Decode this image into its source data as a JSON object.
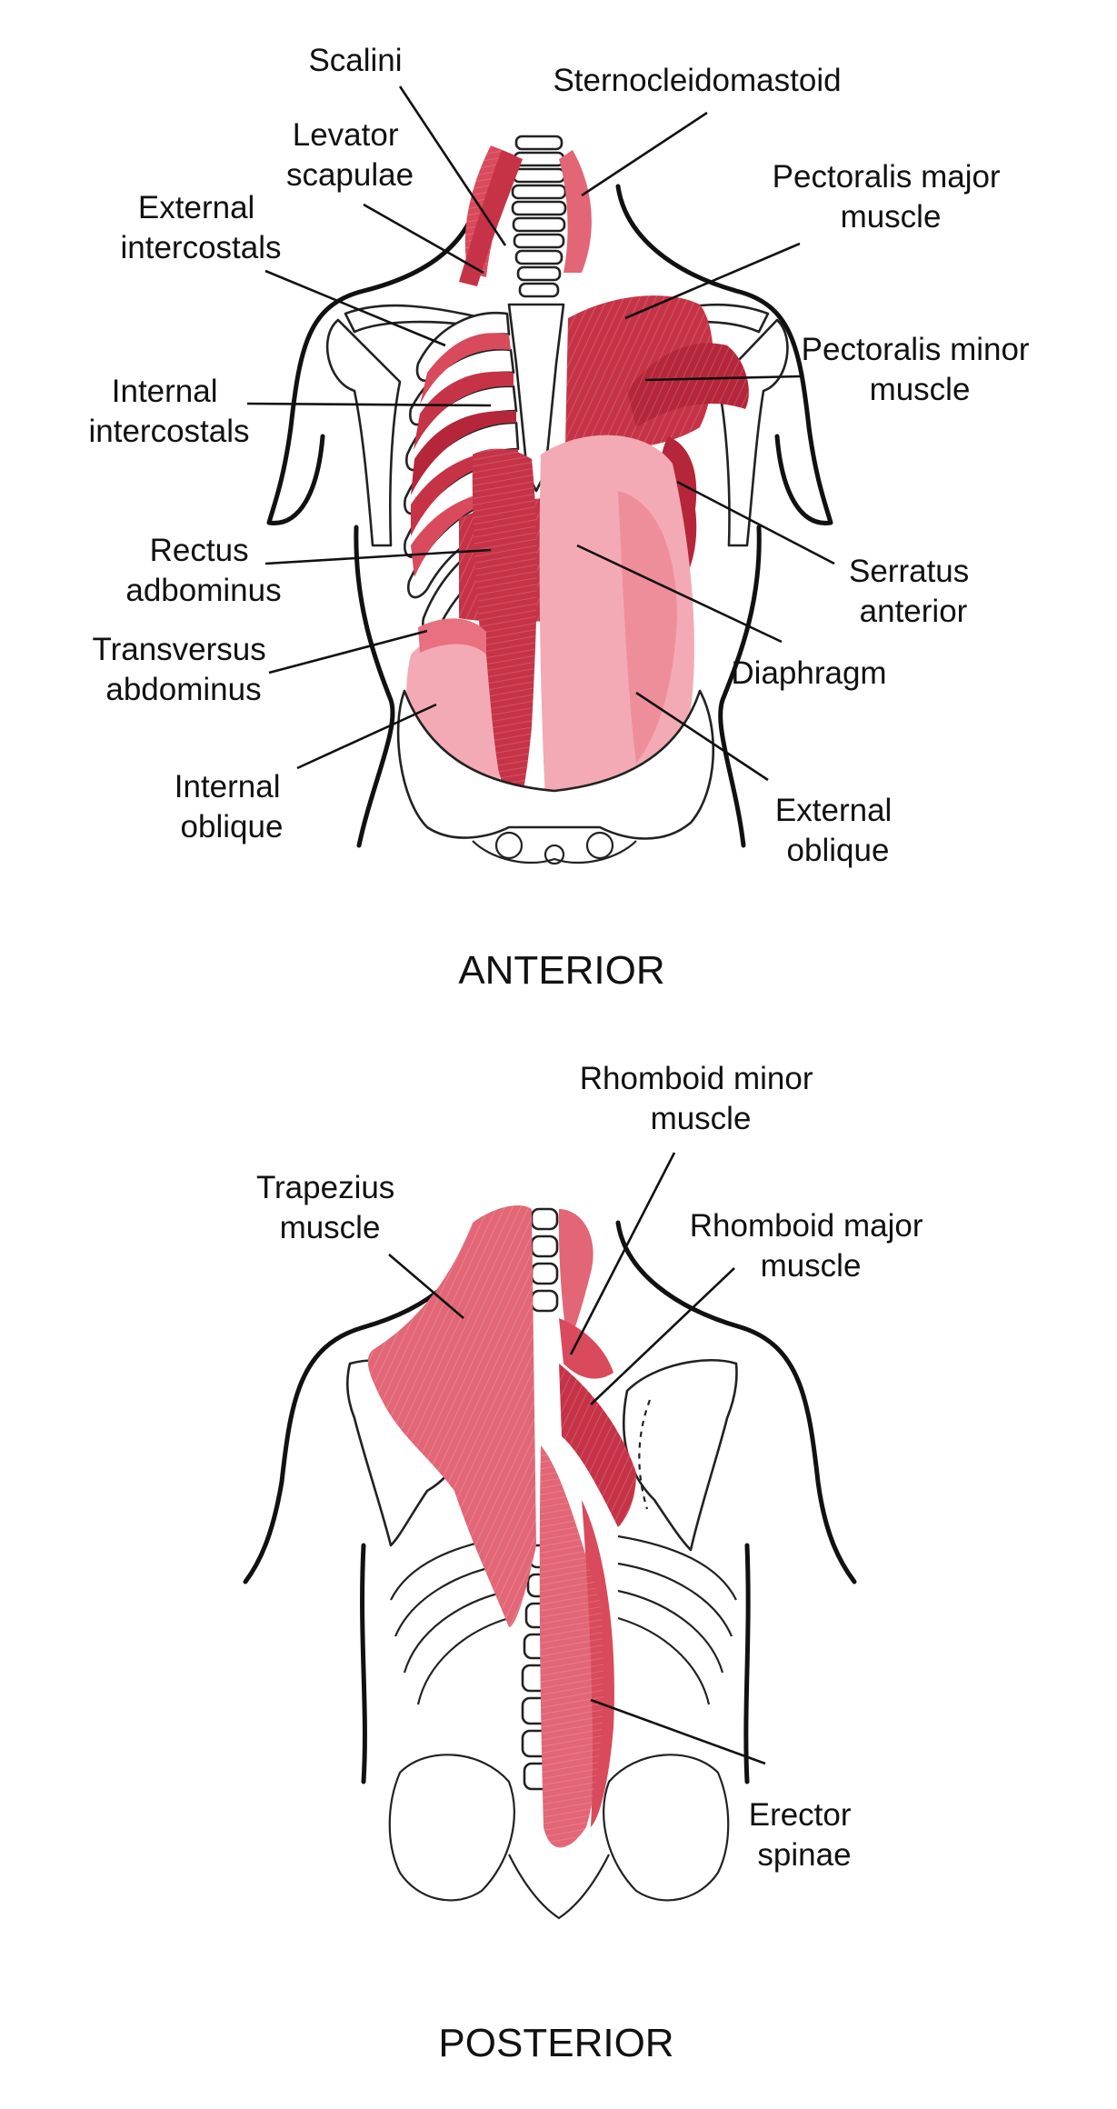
{
  "anterior": {
    "title": "ANTERIOR",
    "labels": {
      "scalini": [
        "Scalini"
      ],
      "sternocleidomastoid": [
        "Sternocleidomastoid"
      ],
      "levator_scapulae": [
        "Levator",
        "scapulae"
      ],
      "pectoralis_major": [
        "Pectoralis major",
        "muscle"
      ],
      "external_intercostals": [
        "External",
        "intercostals"
      ],
      "pectoralis_minor": [
        "Pectoralis minor",
        "muscle"
      ],
      "internal_intercostals": [
        "Internal",
        "intercostals"
      ],
      "serratus_anterior": [
        "Serratus",
        "anterior"
      ],
      "rectus_abdominus": [
        "Rectus",
        "adbominus"
      ],
      "transversus_abdominus": [
        "Transversus",
        "abdominus"
      ],
      "diaphragm": [
        "Diaphragm"
      ],
      "internal_oblique": [
        "Internal",
        "oblique"
      ],
      "external_oblique": [
        "External",
        "oblique"
      ]
    }
  },
  "posterior": {
    "title": "POSTERIOR",
    "labels": {
      "rhomboid_minor": [
        "Rhomboid minor",
        "muscle"
      ],
      "trapezius": [
        "Trapezius",
        "muscle"
      ],
      "rhomboid_major": [
        "Rhomboid major",
        "muscle"
      ],
      "erector_spinae": [
        "Erector",
        "spinae"
      ]
    }
  },
  "colors": {
    "muscle_deep": "#b5263a",
    "muscle_mid": "#d94a5c",
    "muscle_light": "#e8707f",
    "muscle_pale": "#f3aab4",
    "outline": "#111111"
  }
}
